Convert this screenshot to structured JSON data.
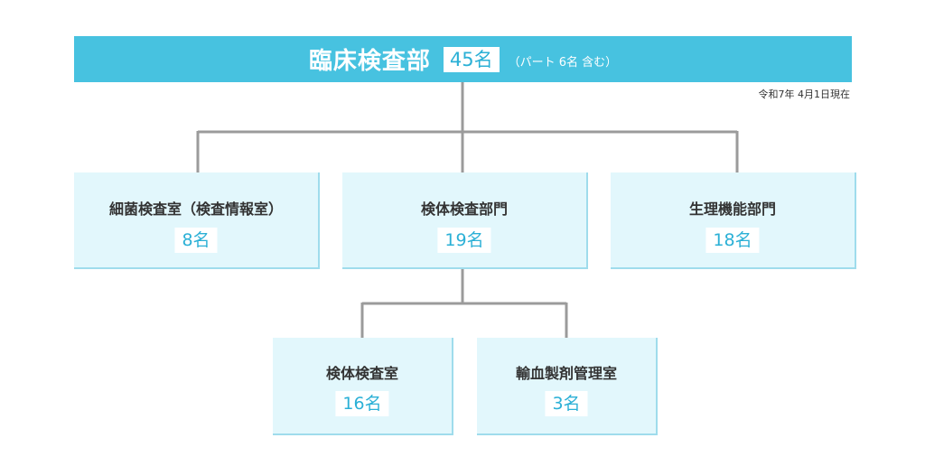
{
  "header": {
    "title": "臨床検査部",
    "count": "45名",
    "note": "（パート 6名 含む）"
  },
  "as_of": "令和7年 4月1日現在",
  "departments": [
    {
      "name": "細菌検査室（検査情報室）",
      "count": "8名"
    },
    {
      "name": "検体検査部門",
      "count": "19名"
    },
    {
      "name": "生理機能部門",
      "count": "18名"
    }
  ],
  "sub_sections": [
    {
      "name": "検体検査室",
      "count": "16名"
    },
    {
      "name": "輸血製剤管理室",
      "count": "3名"
    }
  ],
  "colors": {
    "header_bg": "#47c2e0",
    "box_bg": "#e2f7fc",
    "accent_text": "#2bb0d6",
    "connector": "#9b9b9b"
  }
}
